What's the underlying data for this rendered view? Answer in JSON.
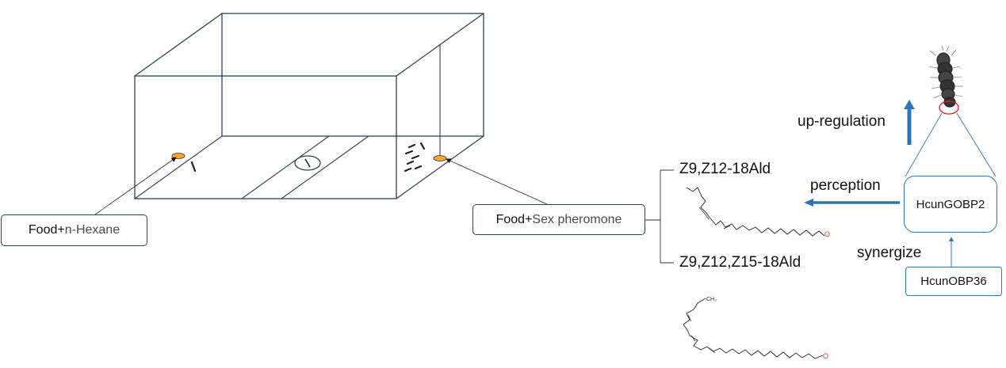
{
  "labels": {
    "food_hexane": {
      "prefix": "Food+",
      "rest": "n-Hexane"
    },
    "food_sex": {
      "prefix": "Food+",
      "rest": "Sex pheromone"
    },
    "compound1": "Z9,Z12-18Ald",
    "compound2": "Z9,Z12,Z15-18Ald",
    "perception": "perception",
    "up_regulation": "up-regulation",
    "synergize": "synergize",
    "gobp2": "HcunGOBP2",
    "obp36": "HcunOBP36"
  },
  "colors": {
    "line": "#2f3f55",
    "accent_blue": "#2e75b6",
    "orange_source": "#f0a830",
    "red_circle": "#e02020",
    "aldehyde_o": "#e03030"
  },
  "icons": {
    "larva": "caterpillar-icon",
    "insects": "moth-silhouette-icon"
  }
}
